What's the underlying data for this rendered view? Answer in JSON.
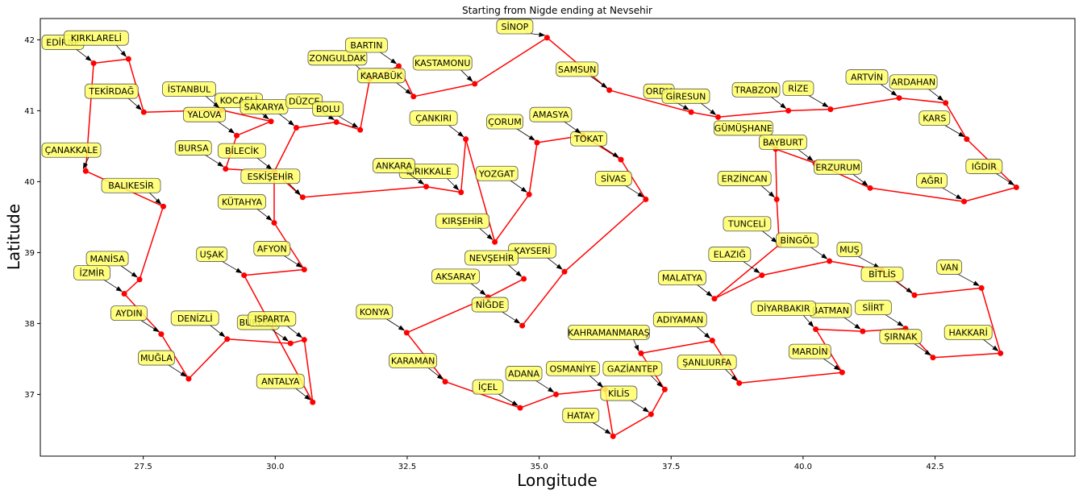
{
  "chart_data": {
    "type": "scatter",
    "title": "Starting from Nigde ending at Nevsehir",
    "xlabel": "Longitude",
    "ylabel": "Latitude",
    "xlim": [
      25.55,
      45.15
    ],
    "ylim": [
      36.13,
      42.3
    ],
    "xticks": [
      27.5,
      30.0,
      32.5,
      35.0,
      37.5,
      40.0,
      42.5
    ],
    "xtick_labels": [
      "27.5",
      "30.0",
      "32.5",
      "35.0",
      "37.5",
      "40.0",
      "42.5"
    ],
    "yticks": [
      37,
      38,
      39,
      40,
      41,
      42
    ],
    "ytick_labels": [
      "37",
      "38",
      "39",
      "40",
      "41",
      "42"
    ],
    "grid": false,
    "colors": {
      "route": "#ff0000",
      "point": "#ff0000",
      "label_fill": "#ffff66",
      "label_stroke": "#555555",
      "arrow": "#000000"
    },
    "points": [
      {
        "name": "EDİRNE",
        "x": 26.56,
        "y": 41.67
      },
      {
        "name": "KIRKLARELİ",
        "x": 27.22,
        "y": 41.73
      },
      {
        "name": "TEKİRDAĞ",
        "x": 27.51,
        "y": 40.98
      },
      {
        "name": "ÇANAKKALE",
        "x": 26.41,
        "y": 40.15
      },
      {
        "name": "BALIKESİR",
        "x": 27.88,
        "y": 39.65
      },
      {
        "name": "MANİSA",
        "x": 27.43,
        "y": 38.62
      },
      {
        "name": "İZMİR",
        "x": 27.14,
        "y": 38.42
      },
      {
        "name": "AYDIN",
        "x": 27.84,
        "y": 37.85
      },
      {
        "name": "MUĞLA",
        "x": 28.36,
        "y": 37.22
      },
      {
        "name": "DENİZLİ",
        "x": 29.09,
        "y": 37.78
      },
      {
        "name": "BURDUR",
        "x": 30.29,
        "y": 37.72
      },
      {
        "name": "ISPARTA",
        "x": 30.55,
        "y": 37.77
      },
      {
        "name": "ANTALYA",
        "x": 30.71,
        "y": 36.89
      },
      {
        "name": "UŞAK",
        "x": 29.41,
        "y": 38.68
      },
      {
        "name": "AFYON",
        "x": 30.55,
        "y": 38.76
      },
      {
        "name": "KÜTAHYA",
        "x": 29.98,
        "y": 39.42
      },
      {
        "name": "BURSA",
        "x": 29.06,
        "y": 40.18
      },
      {
        "name": "BİLECİK",
        "x": 29.98,
        "y": 40.14
      },
      {
        "name": "YALOVA",
        "x": 29.27,
        "y": 40.65
      },
      {
        "name": "KOCAELİ",
        "x": 29.92,
        "y": 40.85
      },
      {
        "name": "İSTANBUL",
        "x": 28.98,
        "y": 41.01
      },
      {
        "name": "SAKARYA",
        "x": 30.4,
        "y": 40.76
      },
      {
        "name": "DÜZCE",
        "x": 31.16,
        "y": 40.84
      },
      {
        "name": "BOLU",
        "x": 31.61,
        "y": 40.73
      },
      {
        "name": "ZONGULDAK",
        "x": 31.79,
        "y": 41.45
      },
      {
        "name": "BARTIN",
        "x": 32.34,
        "y": 41.63
      },
      {
        "name": "KARABÜK",
        "x": 32.62,
        "y": 41.2
      },
      {
        "name": "KASTAMONU",
        "x": 33.78,
        "y": 41.38
      },
      {
        "name": "SİNOP",
        "x": 35.15,
        "y": 42.03
      },
      {
        "name": "SAMSUN",
        "x": 36.33,
        "y": 41.29
      },
      {
        "name": "ORDU",
        "x": 37.88,
        "y": 40.98
      },
      {
        "name": "GİRESUN",
        "x": 38.39,
        "y": 40.91
      },
      {
        "name": "TRABZON",
        "x": 39.72,
        "y": 41.0
      },
      {
        "name": "RİZE",
        "x": 40.52,
        "y": 41.02
      },
      {
        "name": "ARTVİN",
        "x": 41.82,
        "y": 41.18
      },
      {
        "name": "ARDAHAN",
        "x": 42.7,
        "y": 41.11
      },
      {
        "name": "KARS",
        "x": 43.1,
        "y": 40.6
      },
      {
        "name": "IĞDIR",
        "x": 44.04,
        "y": 39.92
      },
      {
        "name": "AĞRI",
        "x": 43.05,
        "y": 39.72
      },
      {
        "name": "ERZURUM",
        "x": 41.27,
        "y": 39.91
      },
      {
        "name": "GÜMÜŞHANE",
        "x": 39.48,
        "y": 40.46
      },
      {
        "name": "BAYBURT",
        "x": 40.23,
        "y": 40.26
      },
      {
        "name": "ERZİNCAN",
        "x": 39.5,
        "y": 39.75
      },
      {
        "name": "TUNCELİ",
        "x": 39.55,
        "y": 39.11
      },
      {
        "name": "ELAZIĞ",
        "x": 39.22,
        "y": 38.68
      },
      {
        "name": "MALATYA",
        "x": 38.32,
        "y": 38.35
      },
      {
        "name": "BİNGÖL",
        "x": 40.5,
        "y": 38.88
      },
      {
        "name": "MUŞ",
        "x": 41.49,
        "y": 38.75
      },
      {
        "name": "BİTLİS",
        "x": 42.11,
        "y": 38.4
      },
      {
        "name": "VAN",
        "x": 43.38,
        "y": 38.5
      },
      {
        "name": "HAKKARİ",
        "x": 43.74,
        "y": 37.58
      },
      {
        "name": "ŞIRNAK",
        "x": 42.46,
        "y": 37.52
      },
      {
        "name": "SİİRT",
        "x": 41.94,
        "y": 37.93
      },
      {
        "name": "BATMAN",
        "x": 41.13,
        "y": 37.89
      },
      {
        "name": "DİYARBAKIR",
        "x": 40.24,
        "y": 37.92
      },
      {
        "name": "MARDİN",
        "x": 40.74,
        "y": 37.31
      },
      {
        "name": "ŞANLIURFA",
        "x": 38.79,
        "y": 37.16
      },
      {
        "name": "ADIYAMAN",
        "x": 38.28,
        "y": 37.76
      },
      {
        "name": "KAHRAMANMARAŞ",
        "x": 36.93,
        "y": 37.58
      },
      {
        "name": "GAZİANTEP",
        "x": 37.38,
        "y": 37.07
      },
      {
        "name": "KİLİS",
        "x": 37.12,
        "y": 36.72
      },
      {
        "name": "HATAY",
        "x": 36.4,
        "y": 36.41
      },
      {
        "name": "OSMANİYE",
        "x": 36.25,
        "y": 37.07
      },
      {
        "name": "ADANA",
        "x": 35.32,
        "y": 37.0
      },
      {
        "name": "İÇEL",
        "x": 34.64,
        "y": 36.81
      },
      {
        "name": "KARAMAN",
        "x": 33.22,
        "y": 37.18
      },
      {
        "name": "KONYA",
        "x": 32.49,
        "y": 37.87
      },
      {
        "name": "AKSARAY",
        "x": 34.03,
        "y": 38.37
      },
      {
        "name": "NİĞDE",
        "x": 34.68,
        "y": 37.97
      },
      {
        "name": "KAYSERİ",
        "x": 35.48,
        "y": 38.73
      },
      {
        "name": "SİVAS",
        "x": 37.02,
        "y": 39.75
      },
      {
        "name": "TOKAT",
        "x": 36.55,
        "y": 40.31
      },
      {
        "name": "AMASYA",
        "x": 35.83,
        "y": 40.65
      },
      {
        "name": "ÇORUM",
        "x": 34.96,
        "y": 40.55
      },
      {
        "name": "YOZGAT",
        "x": 34.81,
        "y": 39.82
      },
      {
        "name": "KIRŞEHİR",
        "x": 34.16,
        "y": 39.15
      },
      {
        "name": "ÇANKIRI",
        "x": 33.61,
        "y": 40.6
      },
      {
        "name": "KIRIKKALE",
        "x": 33.52,
        "y": 39.85
      },
      {
        "name": "ANKARA",
        "x": 32.86,
        "y": 39.93
      },
      {
        "name": "ESKİŞEHİR",
        "x": 30.52,
        "y": 39.78
      },
      {
        "name": "NEVŞEHİR",
        "x": 34.71,
        "y": 38.63
      }
    ],
    "route": [
      "NİĞDE",
      "KAYSERİ",
      "SİVAS",
      "TOKAT",
      "AMASYA",
      "ÇORUM",
      "YOZGAT",
      "KIRŞEHİR",
      "ÇANKIRI",
      "KIRIKKALE",
      "ANKARA",
      "ESKİŞEHİR",
      "BİLECİK",
      "BURSA",
      "YALOVA",
      "KOCAELİ",
      "İSTANBUL",
      "TEKİRDAĞ",
      "KIRKLARELİ",
      "EDİRNE",
      "ÇANAKKALE",
      "BALIKESİR",
      "MANİSA",
      "İZMİR",
      "AYDIN",
      "MUĞLA",
      "DENİZLİ",
      "BURDUR",
      "ISPARTA",
      "ANTALYA",
      "UŞAK",
      "AFYON",
      "KÜTAHYA",
      "BİLECİK",
      "SAKARYA",
      "DÜZCE",
      "BOLU",
      "ZONGULDAK",
      "BARTIN",
      "KARABÜK",
      "KASTAMONU",
      "SİNOP",
      "SAMSUN",
      "ORDU",
      "GİRESUN",
      "TRABZON",
      "RİZE",
      "ARTVİN",
      "ARDAHAN",
      "KARS",
      "IĞDIR",
      "AĞRI",
      "ERZURUM",
      "BAYBURT",
      "GÜMÜŞHANE",
      "ERZİNCAN",
      "TUNCELİ",
      "MALATYA",
      "ELAZIĞ",
      "BİNGÖL",
      "MUŞ",
      "BİTLİS",
      "VAN",
      "HAKKARİ",
      "ŞIRNAK",
      "SİİRT",
      "BATMAN",
      "DİYARBAKIR",
      "MARDİN",
      "ŞANLIURFA",
      "ADIYAMAN",
      "KAHRAMANMARAŞ",
      "GAZİANTEP",
      "KİLİS",
      "HATAY",
      "OSMANİYE",
      "ADANA",
      "İÇEL",
      "KARAMAN",
      "KONYA",
      "AKSARAY",
      "NEVŞEHİR"
    ]
  }
}
